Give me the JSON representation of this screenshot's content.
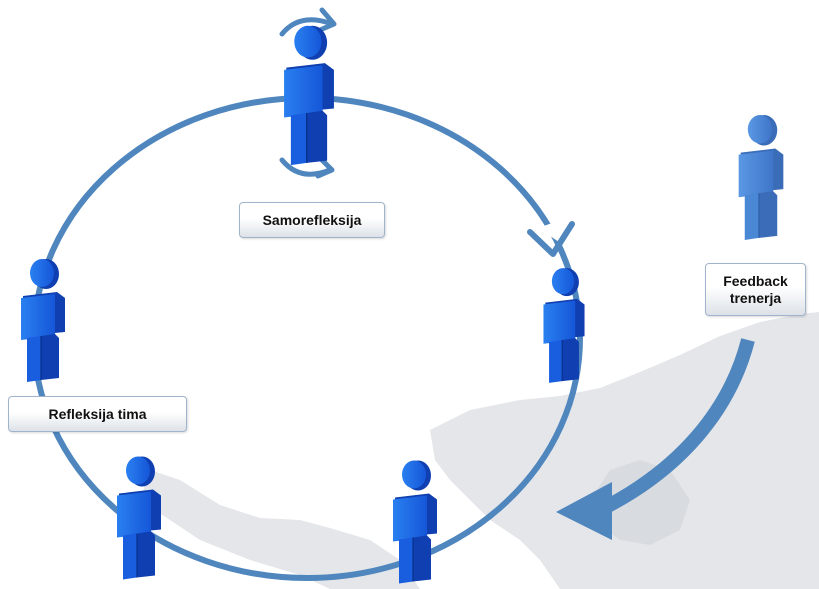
{
  "labels": {
    "self_reflection": "Samorefleksija",
    "team_reflection": "Refleksija tima",
    "coach_feedback": "Feedback\ntrenerja"
  },
  "colors": {
    "circle": "#4f86be",
    "person_dark": "#0f3fb0",
    "person_mid": "#1a5ee0",
    "person_light": "#2f86f2",
    "person_faded": "#4a88d6",
    "map": "#e4e6e9"
  },
  "icons": [
    "person-icon",
    "rotate-arrow-icon",
    "circular-arrow-icon",
    "feedback-arrow-icon",
    "world-map-icon"
  ]
}
